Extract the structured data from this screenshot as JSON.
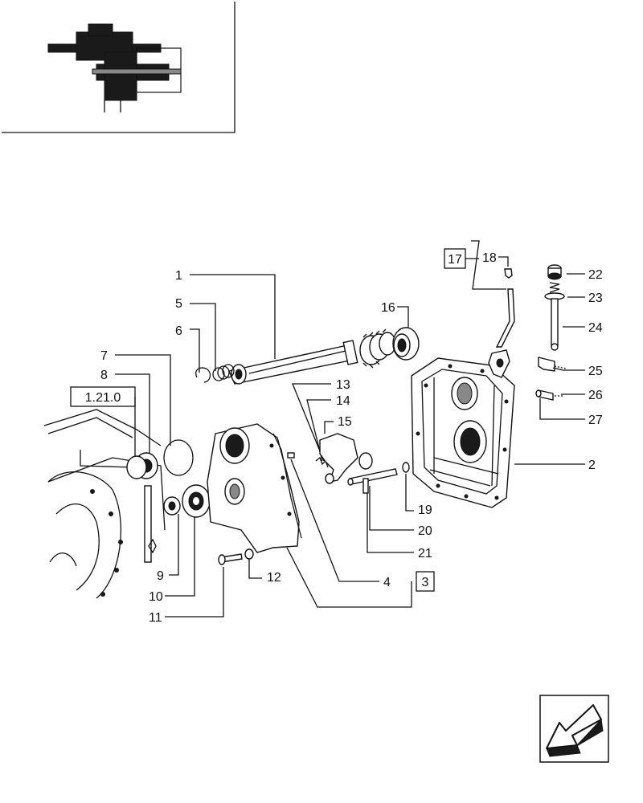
{
  "callouts": {
    "c1": "1",
    "c2": "2",
    "c4": "4",
    "c5": "5",
    "c6": "6",
    "c7": "7",
    "c8": "8",
    "c9": "9",
    "c10": "10",
    "c11": "11",
    "c12": "12",
    "c13": "13",
    "c14": "14",
    "c15": "15",
    "c16": "16",
    "c18": "18",
    "c19": "19",
    "c20": "20",
    "c21": "21",
    "c22": "22",
    "c23": "23",
    "c24": "24",
    "c25": "25",
    "c26": "26",
    "c27": "27"
  },
  "boxed_refs": {
    "ref_1_21_0": "1.21.0",
    "ref_3": "3",
    "ref_17": "17"
  },
  "nav_icon": "arrow-down-left-icon"
}
